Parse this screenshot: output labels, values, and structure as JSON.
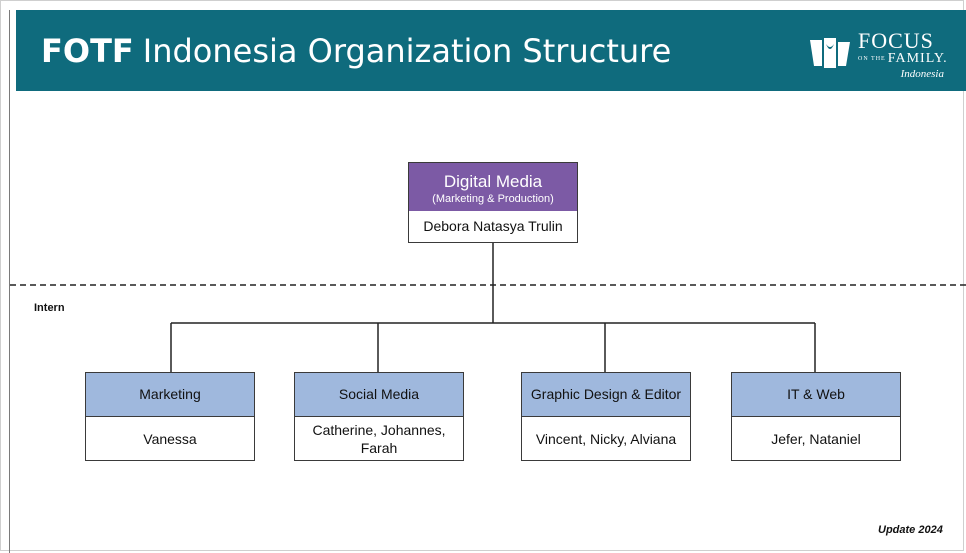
{
  "header": {
    "title_bold": "FOTF",
    "title_rest": "Indonesia Organization Structure",
    "logo": {
      "line1": "FOCUS",
      "line2_prefix": "ON THE",
      "line2": "FAMILY.",
      "line3": "Indonesia"
    }
  },
  "colors": {
    "header_bg": "#0f6b7d",
    "head_box_top": "#7c5aa5",
    "dept_box_top": "#9fb8dd"
  },
  "head": {
    "title": "Digital Media",
    "subtitle": "(Marketing & Production)",
    "person": "Debora Natasya Trulin"
  },
  "intern_label": "Intern",
  "departments": [
    {
      "name": "Marketing",
      "members": "Vanessa"
    },
    {
      "name": "Social Media",
      "members": "Catherine, Johannes, Farah"
    },
    {
      "name": "Graphic Design & Editor",
      "members": "Vincent, Nicky, Alviana"
    },
    {
      "name": "IT & Web",
      "members": "Jefer, Nataniel"
    }
  ],
  "footer": {
    "update": "Update 2024"
  }
}
